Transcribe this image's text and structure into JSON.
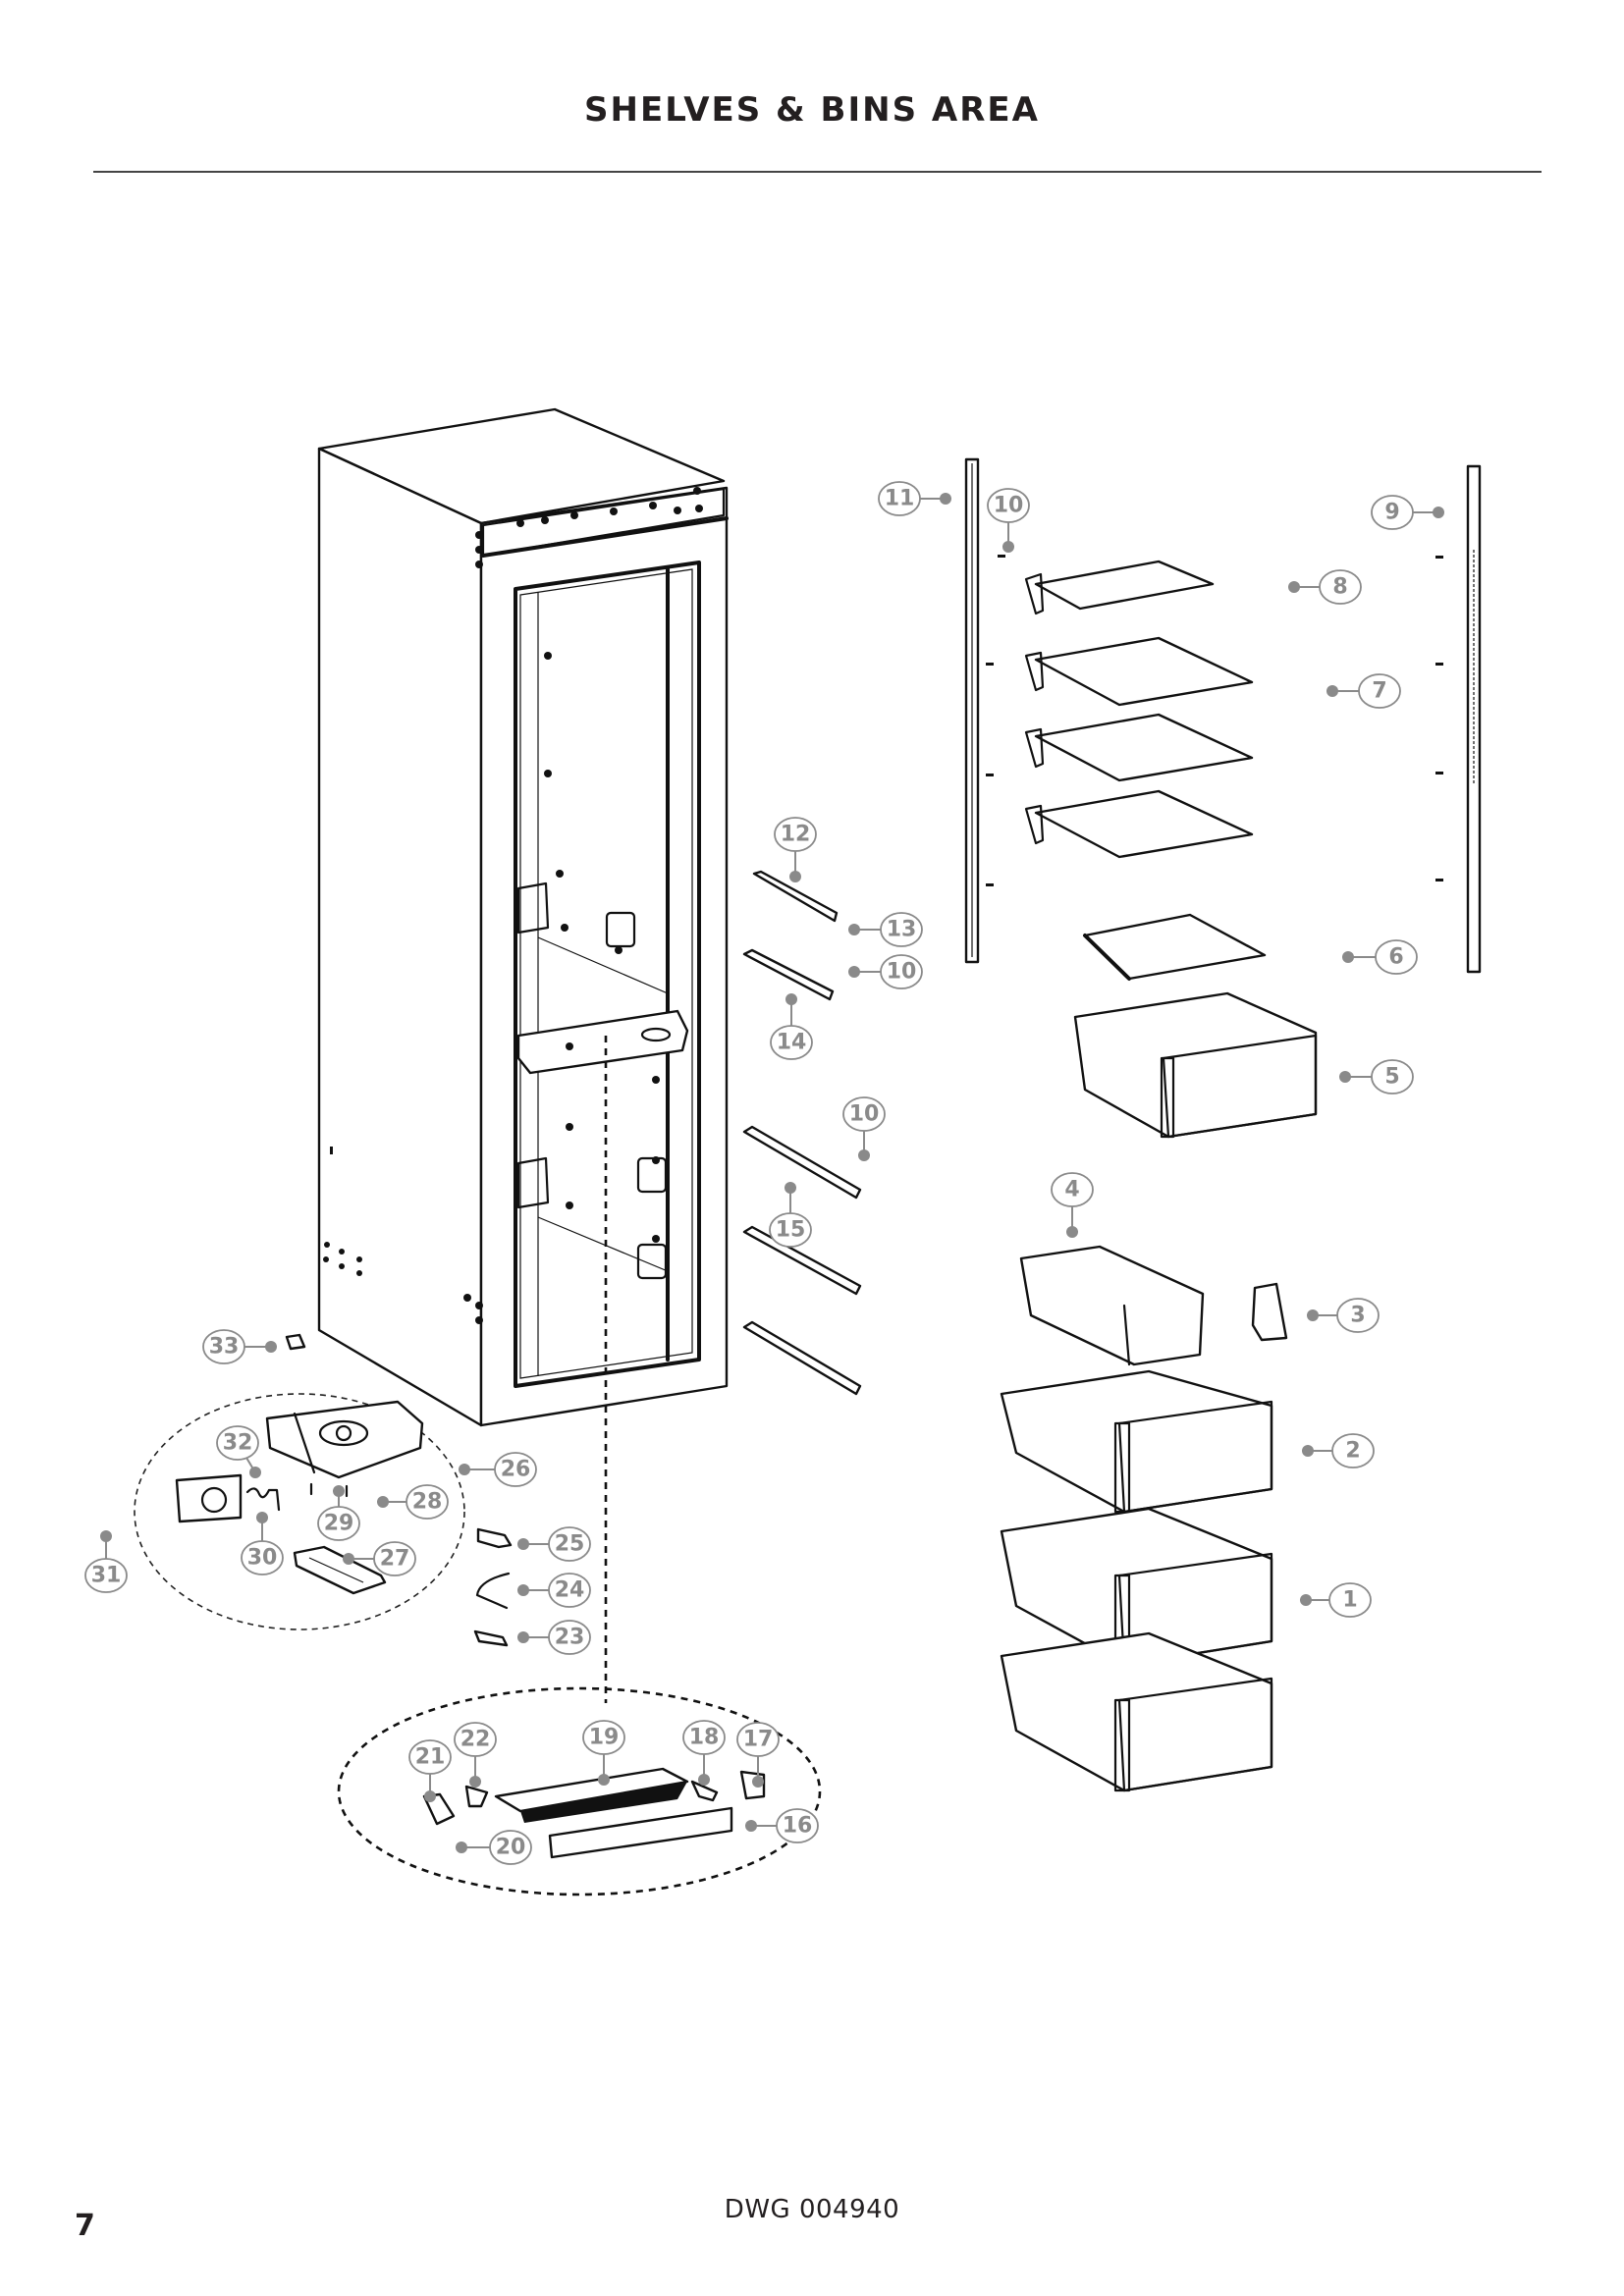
{
  "header": {
    "title": "SHELVES & BINS AREA"
  },
  "footer": {
    "page_number": "7",
    "drawing_number": "DWG 004940"
  },
  "callouts": [
    {
      "id": "1",
      "part": "crisper-bin-lower"
    },
    {
      "id": "2",
      "part": "crisper-bin-middle"
    },
    {
      "id": "3",
      "part": "small-insert"
    },
    {
      "id": "4",
      "part": "door-bin-tray"
    },
    {
      "id": "5",
      "part": "crisper-bin-upper"
    },
    {
      "id": "6",
      "part": "crisper-cover-shelf"
    },
    {
      "id": "7",
      "part": "glass-shelf"
    },
    {
      "id": "8",
      "part": "glass-shelf-top"
    },
    {
      "id": "9",
      "part": "shelf-rail-right"
    },
    {
      "id": "10",
      "part": "screw"
    },
    {
      "id": "11",
      "part": "shelf-rail-left"
    },
    {
      "id": "12",
      "part": "rail-bracket"
    },
    {
      "id": "13",
      "part": "screw"
    },
    {
      "id": "14",
      "part": "drawer-slide-upper"
    },
    {
      "id": "15",
      "part": "drawer-slide"
    },
    {
      "id": "16",
      "part": "divider-front-trim"
    },
    {
      "id": "17",
      "part": "divider-bracket-right"
    },
    {
      "id": "18",
      "part": "divider-clip-right"
    },
    {
      "id": "19",
      "part": "divider-panel"
    },
    {
      "id": "20",
      "part": "screw"
    },
    {
      "id": "21",
      "part": "divider-bracket-left"
    },
    {
      "id": "22",
      "part": "divider-clip-left"
    },
    {
      "id": "23",
      "part": "clip"
    },
    {
      "id": "24",
      "part": "heater-wire"
    },
    {
      "id": "25",
      "part": "bracket"
    },
    {
      "id": "26",
      "part": "ice-maker-housing"
    },
    {
      "id": "27",
      "part": "screw"
    },
    {
      "id": "28",
      "part": "ice-tray"
    },
    {
      "id": "29",
      "part": "screw"
    },
    {
      "id": "30",
      "part": "feeler-arm"
    },
    {
      "id": "31",
      "part": "ice-maker-motor"
    },
    {
      "id": "32",
      "part": "spring"
    },
    {
      "id": "33",
      "part": "hinge-clip"
    }
  ]
}
